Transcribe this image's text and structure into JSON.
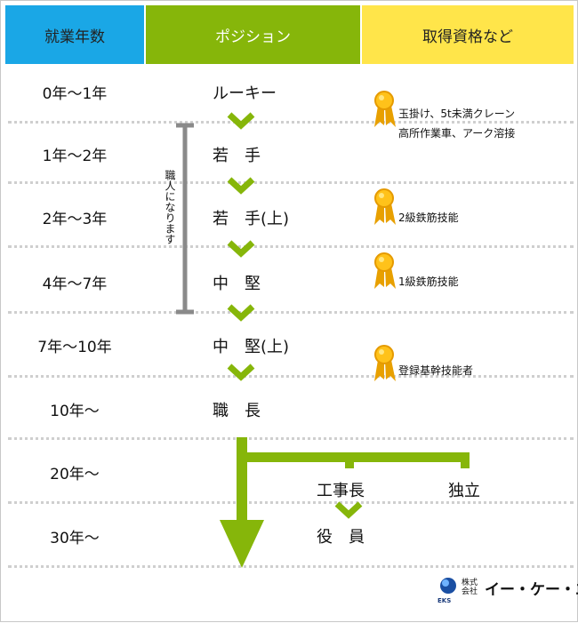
{
  "header": {
    "years_label": "就業年数",
    "position_label": "ポジション",
    "qualifications_label": "取得資格など"
  },
  "rows": [
    {
      "years": "0年〜1年",
      "position": "ルーキー"
    },
    {
      "years": "1年〜2年",
      "position": "若　手"
    },
    {
      "years": "2年〜3年",
      "position": "若　手(上)"
    },
    {
      "years": "4年〜7年",
      "position": "中　堅"
    },
    {
      "years": "7年〜10年",
      "position": "中　堅(上)"
    },
    {
      "years": "10年〜",
      "position": "職　長"
    },
    {
      "years": "20年〜",
      "position": ""
    },
    {
      "years": "30年〜",
      "position": ""
    }
  ],
  "qualifications": [
    {
      "line1": "玉掛け、5t未満クレーン",
      "line2": "高所作業車、アーク溶接"
    },
    {
      "line1": "2級鉄筋技能"
    },
    {
      "line1": "1級鉄筋技能"
    },
    {
      "line1": "登録基幹技能者"
    }
  ],
  "craftsman_note": "職人になります",
  "branches": {
    "construction_manager": "工事長",
    "independent": "独立",
    "executive": "役　員"
  },
  "logo": {
    "prefix_line1": "株式",
    "prefix_line2": "会社",
    "name": "イー・ケー・エス",
    "abbr": "EKS"
  },
  "colors": {
    "header_blue": "#1aa7e6",
    "header_green": "#86b60a",
    "header_yellow": "#ffe54a",
    "arrow_green": "#86b60a",
    "medal_gold": "#f5a800"
  }
}
